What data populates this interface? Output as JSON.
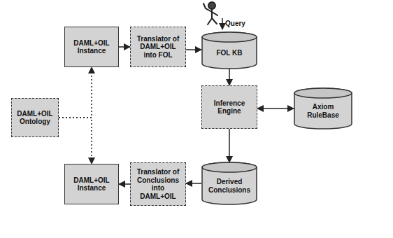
{
  "diagram": {
    "nodes": [
      {
        "text": [
          "DAML+OIL Instance"
        ]
      },
      {
        "text": [
          "Translator of DAML+OIL into FOL"
        ]
      },
      {
        "text": [
          "FOL KB"
        ]
      },
      {
        "text": [
          "DAML+OIL Ontology"
        ]
      },
      {
        "text": [
          "Inference Engine"
        ]
      },
      {
        "text": [
          "Axiom RuleBase"
        ]
      },
      {
        "text": [
          "DAML+OIL Instance"
        ]
      },
      {
        "text": [
          "Translator of Conclusions into DAML+OIL"
        ]
      },
      {
        "text": [
          "Derived Conclusions"
        ]
      }
    ],
    "edges": [
      {
        "from": 0,
        "to": 1,
        "arrow": "to"
      },
      {
        "from": 1,
        "to": 2,
        "arrow": "to"
      },
      {
        "from": 2,
        "to": 4,
        "arrow": "to"
      },
      {
        "from": 4,
        "to": 5,
        "arrow": "both"
      },
      {
        "from": 4,
        "to": 8,
        "arrow": "to"
      },
      {
        "from": 8,
        "to": 7,
        "arrow": "to"
      },
      {
        "from": 7,
        "to": 6,
        "arrow": "to"
      },
      {
        "from": 3,
        "to": 0,
        "arrow": "to"
      },
      {
        "from": 3,
        "to": 6,
        "arrow": "to"
      }
    ],
    "labels": [
      "Query"
    ]
  }
}
